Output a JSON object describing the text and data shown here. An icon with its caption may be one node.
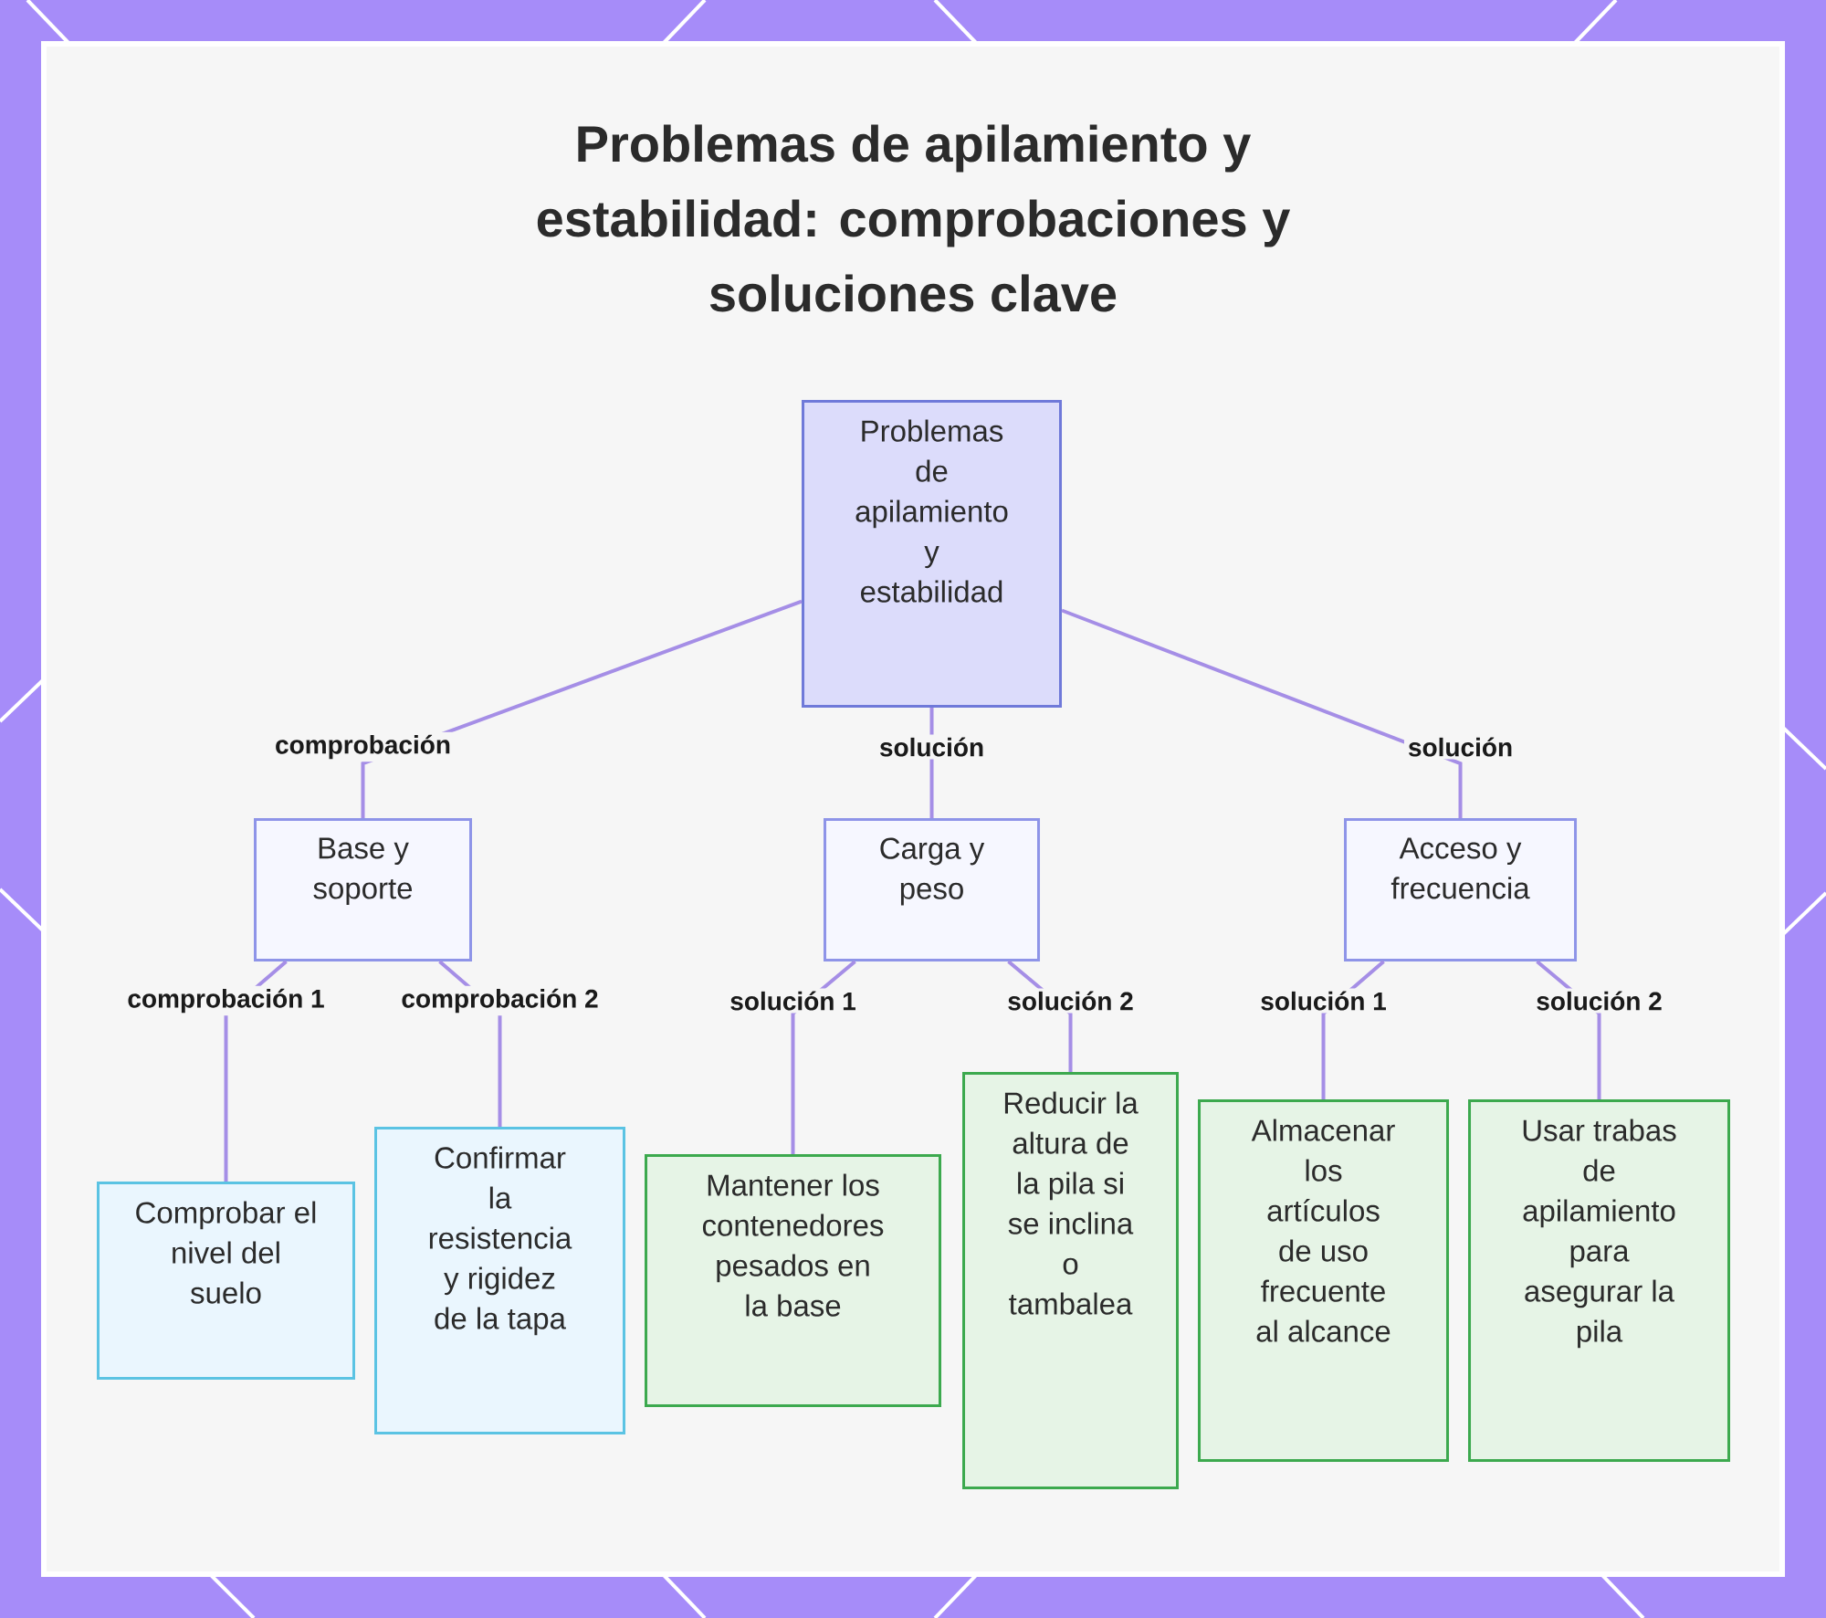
{
  "diagram": {
    "title": "Problemas de apilamiento y estabilidad: comprobaciones y soluciones clave",
    "nodes": [
      {
        "text": [
          "Problemas de apilamiento y estabilidad"
        ]
      },
      {
        "text": [
          "Base y soporte"
        ]
      },
      {
        "text": [
          "Carga y peso"
        ]
      },
      {
        "text": [
          "Acceso y frecuencia"
        ]
      },
      {
        "text": [
          "Comprobar el nivel del suelo"
        ]
      },
      {
        "text": [
          "Confirmar la resistencia y rigidez de la tapa"
        ]
      },
      {
        "text": [
          "Mantener los contenedores pesados en la base"
        ]
      },
      {
        "text": [
          "Reducir la altura de la pila si se inclina o tambalea"
        ]
      },
      {
        "text": [
          "Almacenar los artículos de uso frecuente al alcance"
        ]
      },
      {
        "text": [
          "Usar trabas de apilamiento para asegurar la pila"
        ]
      }
    ],
    "edges": [
      {
        "from": 0,
        "to": 1,
        "arrow": "none",
        "label": "comprobación"
      },
      {
        "from": 0,
        "to": 2,
        "arrow": "none",
        "label": "solución"
      },
      {
        "from": 0,
        "to": 3,
        "arrow": "none",
        "label": "solución"
      },
      {
        "from": 1,
        "to": 4,
        "arrow": "none",
        "label": "comprobación 1"
      },
      {
        "from": 1,
        "to": 5,
        "arrow": "none",
        "label": "comprobación 2"
      },
      {
        "from": 2,
        "to": 6,
        "arrow": "none",
        "label": "solución 1"
      },
      {
        "from": 2,
        "to": 7,
        "arrow": "none",
        "label": "solución 2"
      },
      {
        "from": 3,
        "to": 8,
        "arrow": "none",
        "label": "solución 1"
      },
      {
        "from": 3,
        "to": 9,
        "arrow": "none",
        "label": "solución 2"
      }
    ]
  }
}
